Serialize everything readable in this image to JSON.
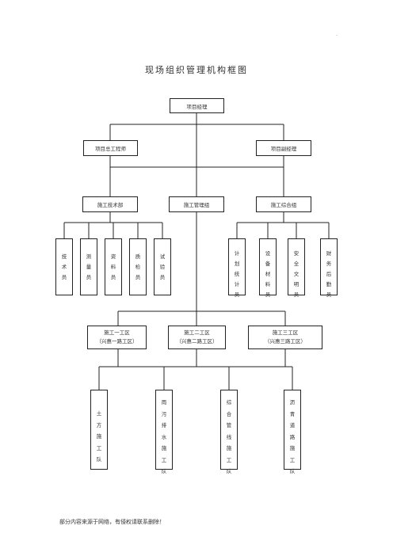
{
  "corner_mark": ".",
  "title": "现场组织管理机构框图",
  "nodes": {
    "manager": "项目经理",
    "chief_engineer": "项目总工程师",
    "deputy_manager": "项目副经理",
    "tech_dept": "施工技术部",
    "mgmt_group": "施工管理组",
    "general_group": "施工综合组",
    "tech_staff": "技术员",
    "survey_staff": "测量员",
    "data_staff": "资料员",
    "quality_staff": "质检员",
    "lab_staff": "试验员",
    "plan_staff": "计划统计员",
    "equip_staff": "设备材料员",
    "safety_staff": "安全文明员",
    "finance_staff": "财务后勤员",
    "zone1_line1": "施工一工区",
    "zone1_line2": "（兴惠一路工区）",
    "zone2_line1": "施工二工区",
    "zone2_line2": "（兴惠二路工区）",
    "zone3_line1": "施工三工区",
    "zone3_line2": "（兴惠三路工区）",
    "team_earthwork": "土方施工队",
    "team_drainage": "雨污排水施工队",
    "team_pipeline": "综合管线施工队",
    "team_asphalt": "沥青道路施工队"
  },
  "footer": "部分内容来源于网络，有侵权请联系删除！"
}
